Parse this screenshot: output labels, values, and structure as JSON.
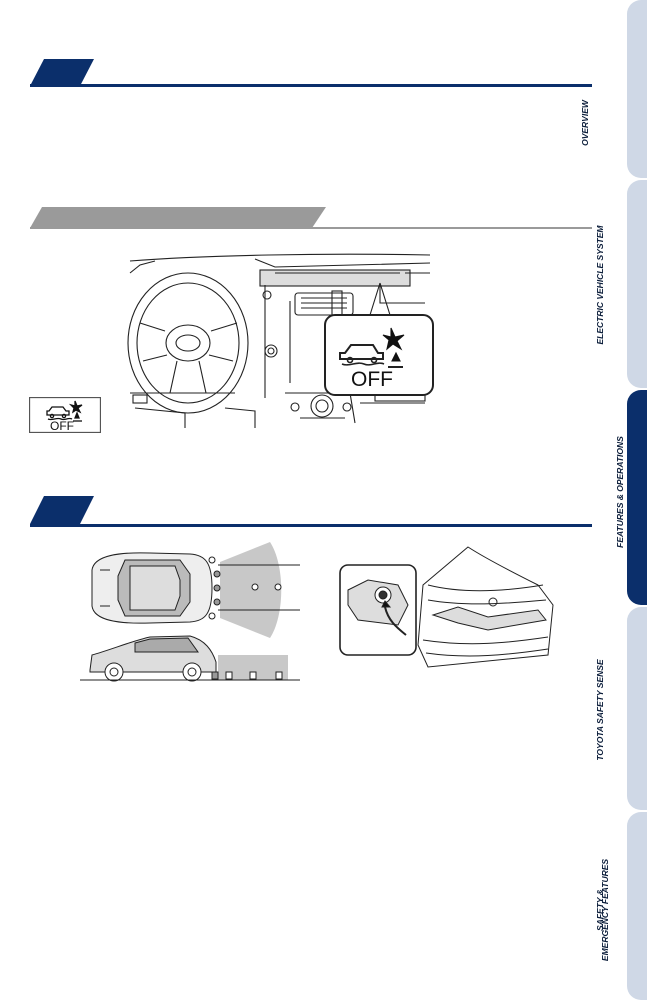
{
  "side_tabs": [
    {
      "lines": [
        "OVERVIEW"
      ],
      "active": false
    },
    {
      "lines": [
        "ELECTRIC VEHICLE SYSTEM"
      ],
      "active": false
    },
    {
      "lines": [
        "FEATURES & OPERATIONS"
      ],
      "active": true
    },
    {
      "lines": [
        "TOYOTA SAFETY SENSE"
      ],
      "active": false
    },
    {
      "lines": [
        "SAFETY &",
        "EMERGENCY FEATURES"
      ],
      "active": false
    }
  ],
  "figures": {
    "dash_callout_icon_text": "OFF",
    "side_icon_text": "OFF"
  },
  "colors": {
    "navy": "#0b2f6b",
    "gray_bar": "#9a9a9a",
    "tab_light": "#cfd8e6",
    "sensor_zone": "#c8c8c8"
  }
}
